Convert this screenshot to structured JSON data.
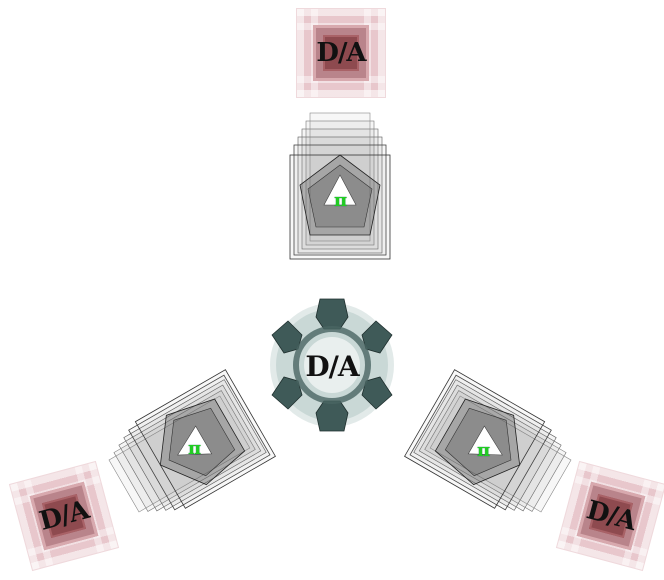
{
  "center": {
    "label": "D/A"
  },
  "tiles": [
    {
      "label": "D/A"
    },
    {
      "label": "D/A"
    },
    {
      "label": "D/A"
    }
  ],
  "arms": [
    {
      "symbol": "π"
    },
    {
      "symbol": "π"
    },
    {
      "symbol": "π"
    }
  ],
  "colors": {
    "tile_pink": "#e8c7cc",
    "tile_core": "#8e4a4f",
    "emblem_teal": "#3f5a58",
    "pi_green": "#22cc22"
  }
}
